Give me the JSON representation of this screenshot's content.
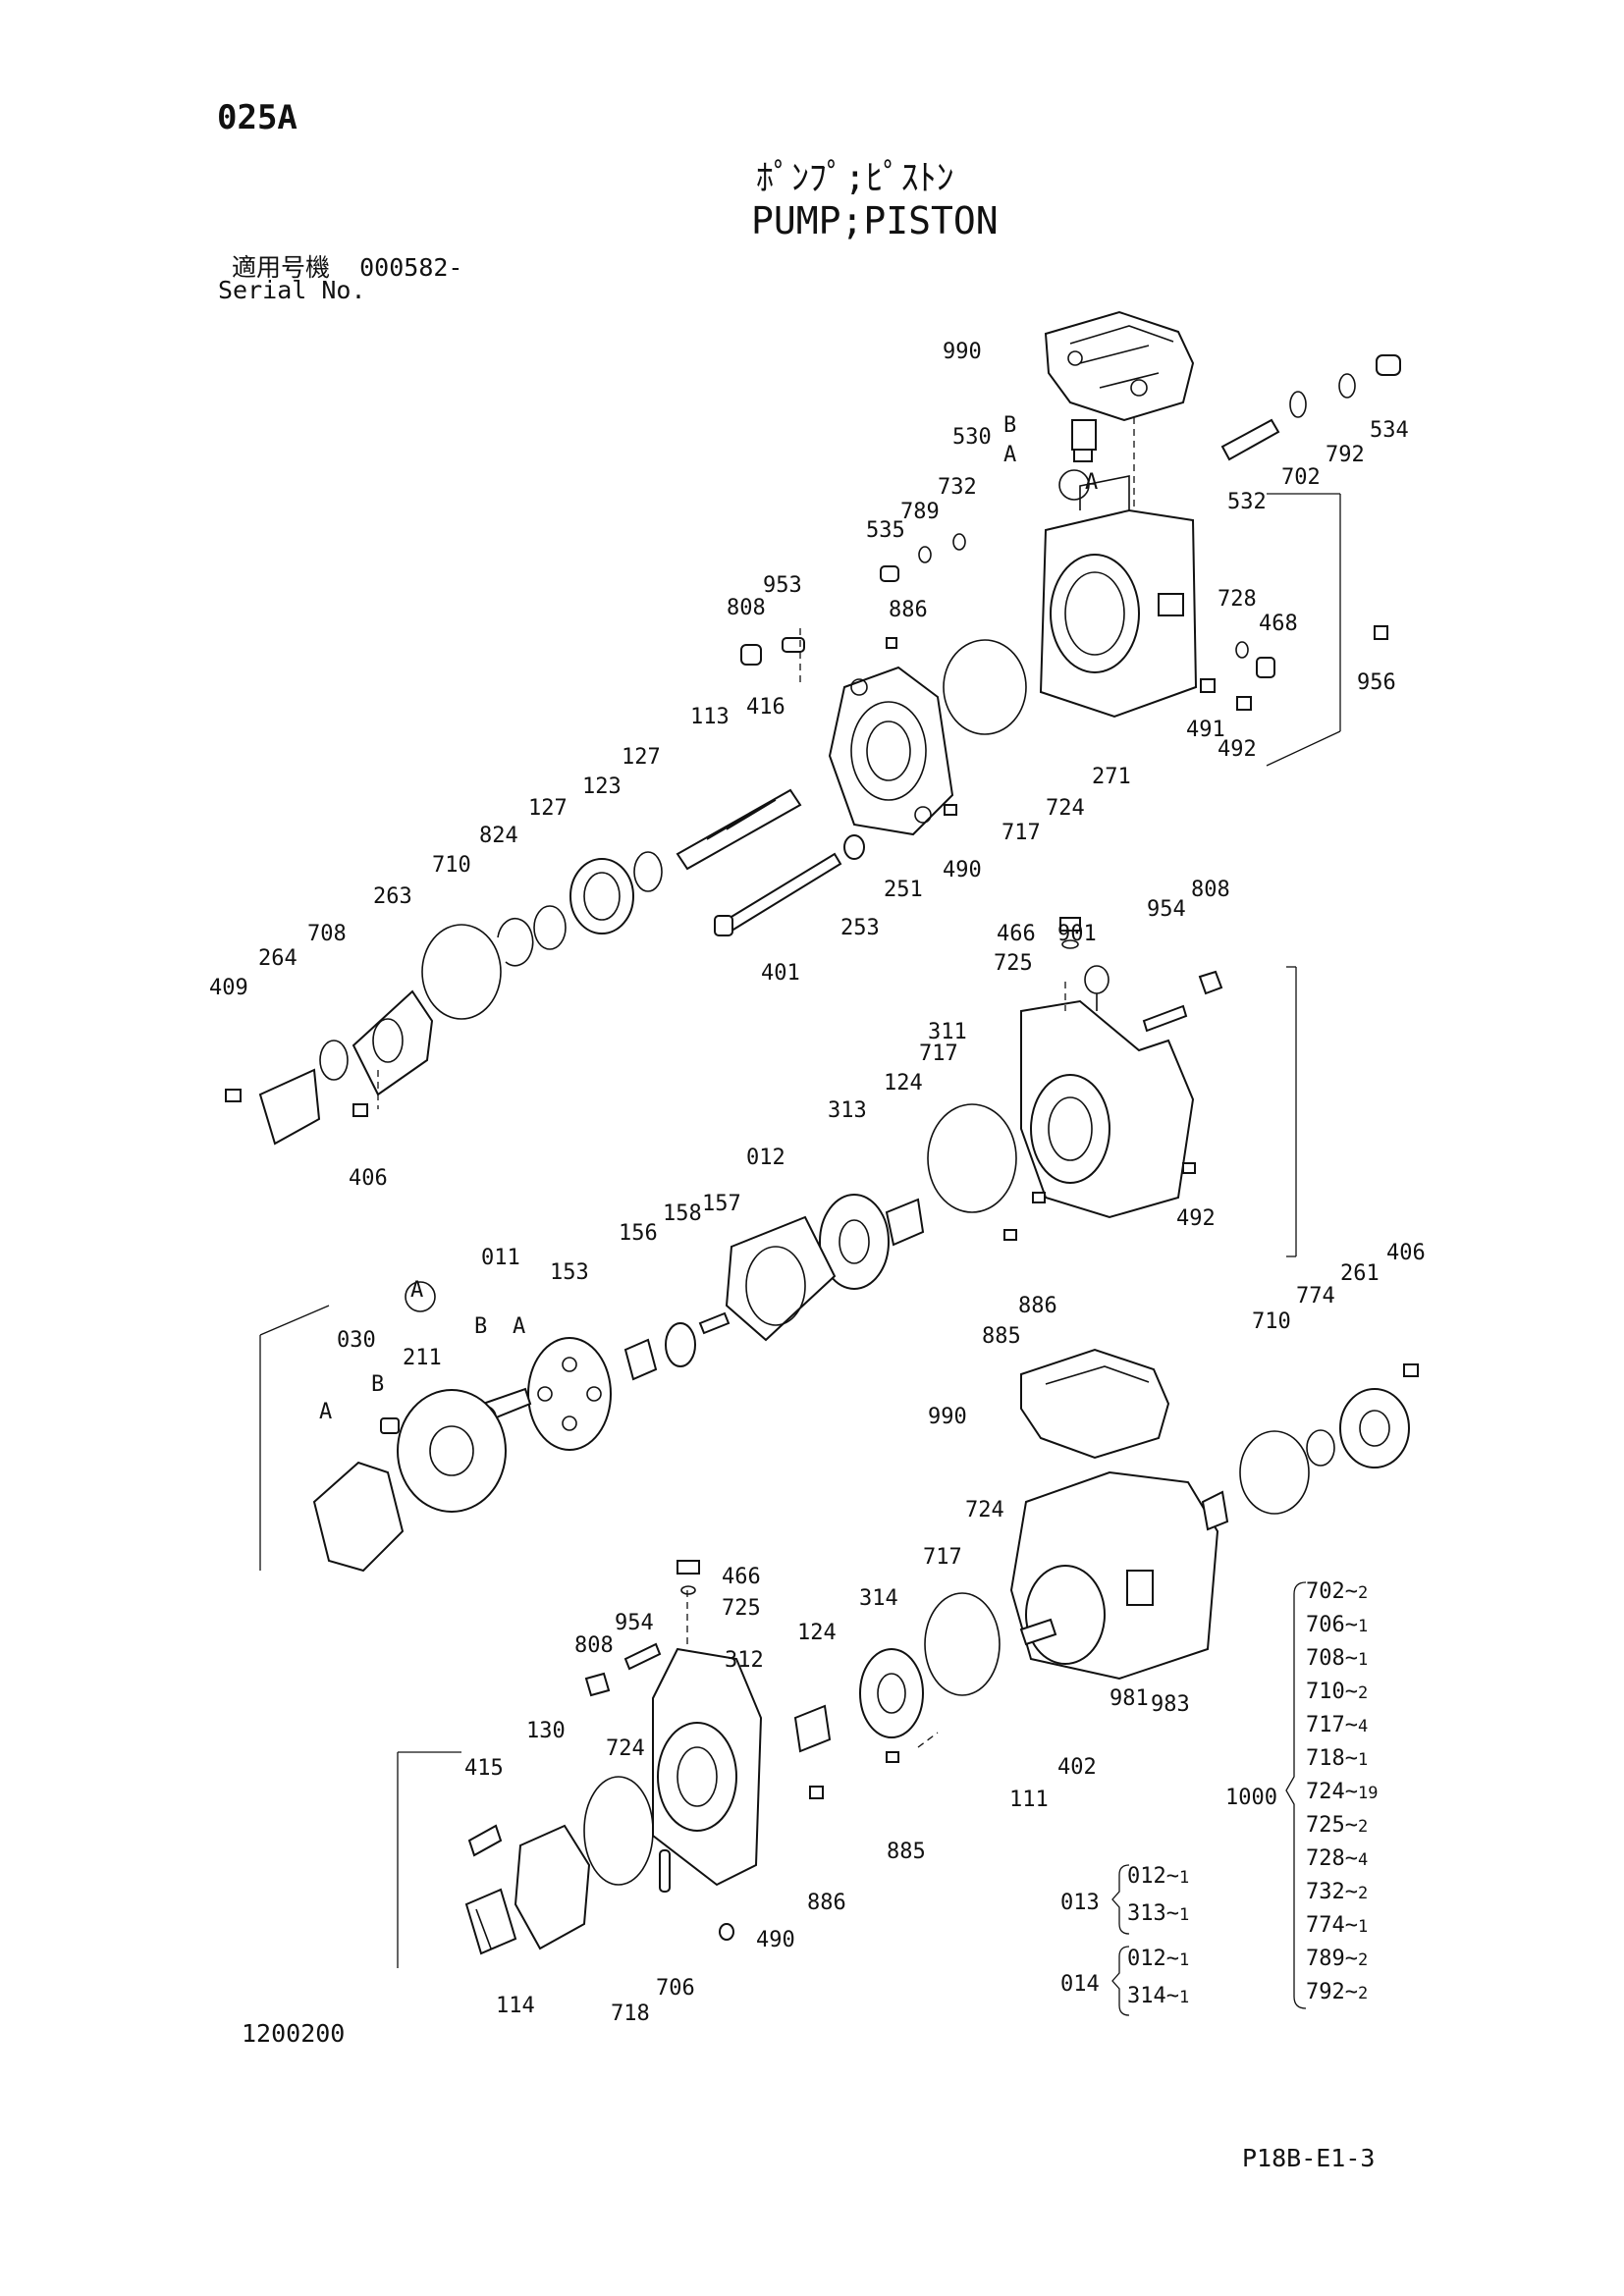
{
  "header": {
    "page_code": "025A",
    "title_jp": "ﾎﾟﾝﾌﾟ;ﾋﾟｽﾄﾝ",
    "title_en": "PUMP;PISTON",
    "serial_label_jp": "適用号機",
    "serial_value": "000582-",
    "serial_label_en": "Serial No."
  },
  "footer": {
    "drawing_number": "1200200",
    "sheet_id": "P18B-E1-3"
  },
  "callouts": [
    "990",
    "530",
    "B",
    "A",
    "534",
    "792",
    "702",
    "532",
    "732",
    "789",
    "535",
    "A",
    "953",
    "886",
    "808",
    "728",
    "468",
    "956",
    "491",
    "492",
    "113",
    "416",
    "271",
    "127",
    "123",
    "127",
    "824",
    "710",
    "724",
    "717",
    "490",
    "251",
    "253",
    "401",
    "263",
    "708",
    "264",
    "409",
    "406",
    "466",
    "901",
    "954",
    "808",
    "725",
    "311",
    "717",
    "124",
    "313",
    "012",
    "492",
    "157",
    "158",
    "156",
    "011",
    "153",
    "B",
    "A",
    "A",
    "030",
    "B",
    "A",
    "211",
    "885",
    "886",
    "406",
    "261",
    "774",
    "710",
    "990",
    "724",
    "717",
    "314",
    "466",
    "725",
    "954",
    "808",
    "124",
    "312",
    "415",
    "130",
    "724",
    "983",
    "981",
    "402",
    "111",
    "885",
    "886",
    "490",
    "718",
    "706",
    "114"
  ],
  "kit_1000": {
    "number": "1000",
    "items": [
      {
        "part": "702",
        "qty": "2"
      },
      {
        "part": "706",
        "qty": "1"
      },
      {
        "part": "708",
        "qty": "1"
      },
      {
        "part": "710",
        "qty": "2"
      },
      {
        "part": "717",
        "qty": "4"
      },
      {
        "part": "718",
        "qty": "1"
      },
      {
        "part": "724",
        "qty": "19"
      },
      {
        "part": "725",
        "qty": "2"
      },
      {
        "part": "728",
        "qty": "4"
      },
      {
        "part": "732",
        "qty": "2"
      },
      {
        "part": "774",
        "qty": "1"
      },
      {
        "part": "789",
        "qty": "2"
      },
      {
        "part": "792",
        "qty": "2"
      }
    ]
  },
  "kit_013": {
    "number": "013",
    "items": [
      {
        "part": "012",
        "qty": "1"
      },
      {
        "part": "313",
        "qty": "1"
      }
    ]
  },
  "kit_014": {
    "number": "014",
    "items": [
      {
        "part": "012",
        "qty": "1"
      },
      {
        "part": "314",
        "qty": "1"
      }
    ]
  },
  "qty_separator": "~"
}
